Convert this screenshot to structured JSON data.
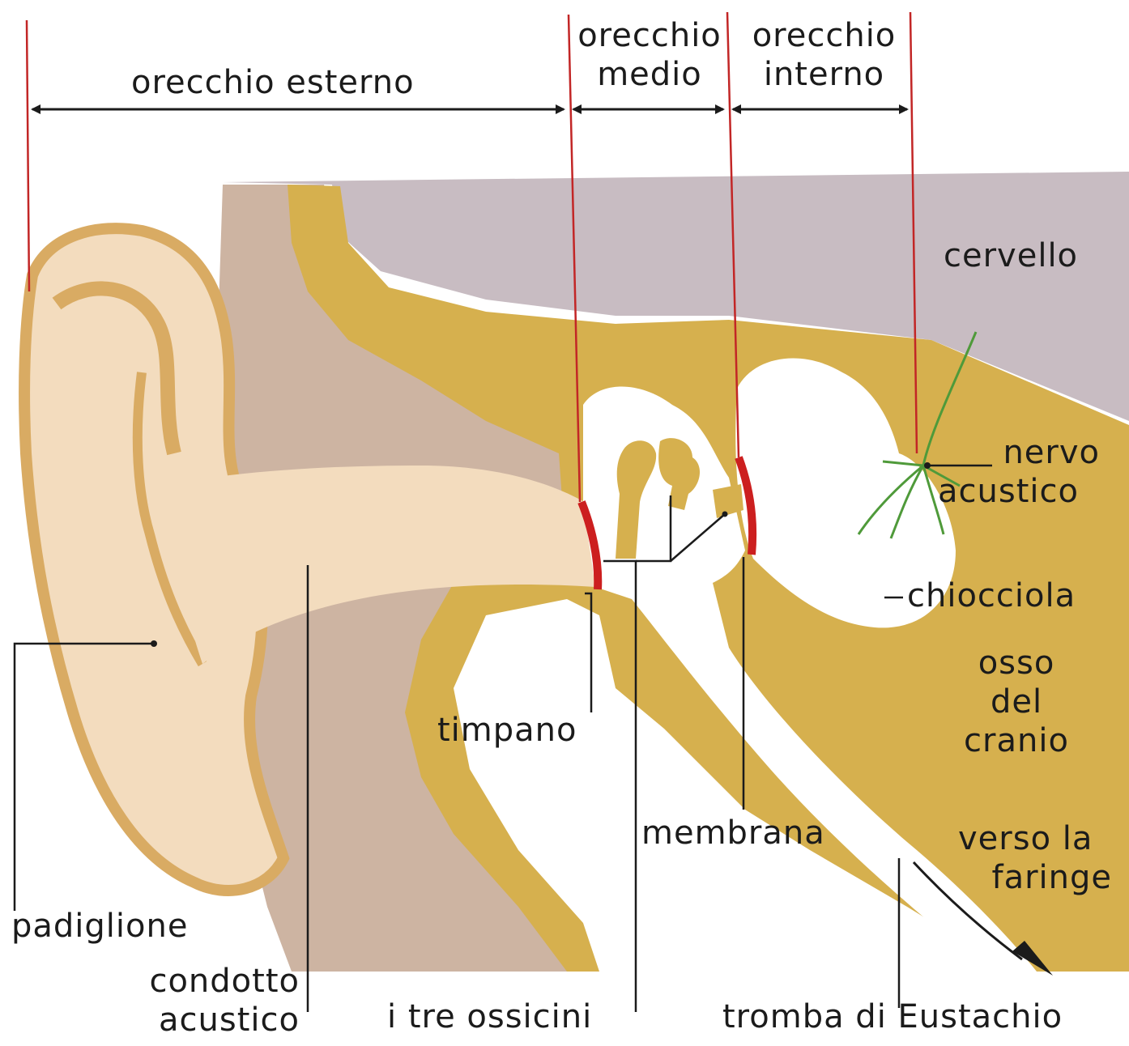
{
  "colors": {
    "background": "#ffffff",
    "brain": "#c8bcc2",
    "bone": "#d6b04e",
    "skin": "#cdb4a2",
    "ear_light": "#f3dcbe",
    "ear_outline": "#d9ab63",
    "cavity": "#ffffff",
    "membrane": "#cc1f1f",
    "red_lines": "#c22626",
    "nerve": "#4f9a3a",
    "arrows": "#1b1b1b"
  },
  "sections": {
    "outer": "orecchio esterno",
    "middle_line1": "orecchio",
    "middle_line2": "medio",
    "inner_line1": "orecchio",
    "inner_line2": "interno"
  },
  "labels": {
    "brain": "cervello",
    "nerve_line1": "nervo",
    "nerve_line2": "acustico",
    "cochlea": "chiocciola",
    "skull_line1": "osso",
    "skull_line2": "del",
    "skull_line3": "cranio",
    "timpano": "timpano",
    "membrane": "membrana",
    "pharynx_line1": "verso la",
    "pharynx_line2": "faringe",
    "pinna": "padiglione",
    "canal_line1": "condotto",
    "canal_line2": "acustico",
    "ossicles": "i tre ossicini",
    "eustachian": "tromba di Eustachio"
  },
  "icons": {
    "arrow_heads": "double-headed-arrow-icon",
    "direction": "arrow-down-right-icon"
  }
}
